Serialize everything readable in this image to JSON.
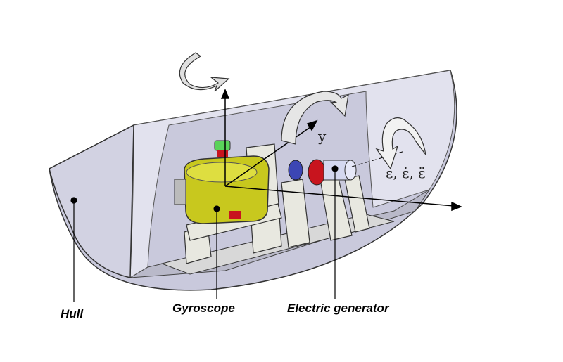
{
  "labels": {
    "hull": "Hull",
    "gyroscope": "Gyroscope",
    "generator": "Electric generator",
    "y_axis": "y",
    "angle": "ε, ε̇, ε̈"
  },
  "colors": {
    "hull_outer": "#c9c9dc",
    "hull_inner": "#e4e4f0",
    "gyroscope": "#c8c81e",
    "frame": "#e8e8e0",
    "red_part": "#c8141e",
    "blue_part": "#3c46b4",
    "green_part": "#5ad25a"
  }
}
